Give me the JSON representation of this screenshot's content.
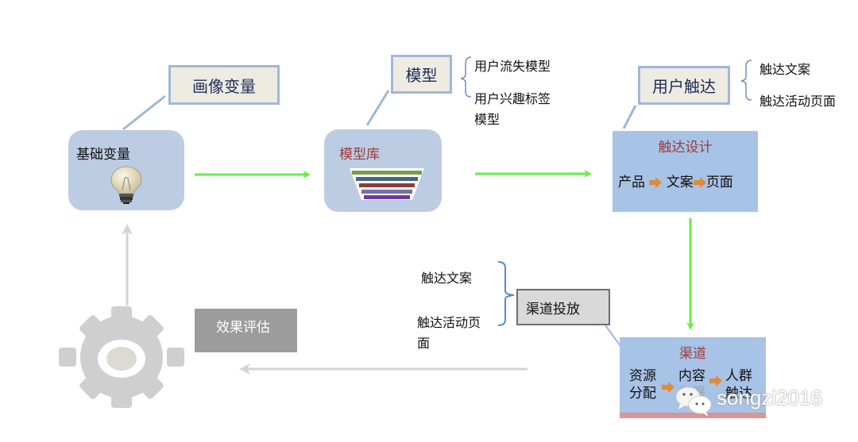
{
  "nodes": {
    "base_variables": {
      "label": "基础变量",
      "icon": "lightbulb-icon"
    },
    "portrait_variables": {
      "label": "画像变量"
    },
    "model_library": {
      "label": "模型库",
      "icon": "funnel-icon"
    },
    "model": {
      "label": "模型",
      "items": [
        "用户流失模型",
        "用户兴趣标签",
        "模型"
      ]
    },
    "user_reach": {
      "label": "用户触达",
      "items": [
        "触达文案",
        "触达活动页面"
      ]
    },
    "reach_design": {
      "title": "触达设计",
      "flow": [
        "产品",
        "文案",
        "页面"
      ]
    },
    "channel_delivery": {
      "label": "渠道投放",
      "items": [
        "触达文案",
        "触达活动页",
        "面"
      ]
    },
    "channel": {
      "title": "渠道",
      "flow": [
        [
          "资源",
          "分配"
        ],
        [
          "内容",
          "部署"
        ],
        [
          "人群",
          "触达"
        ]
      ]
    },
    "evaluation": {
      "label": "效果评估",
      "icon": "gear-icon"
    }
  },
  "watermark": {
    "text": "songzi2016",
    "icon": "wechat-icon"
  },
  "colors": {
    "flow_arrow": "#66ee44",
    "return_arrow": "#d4d4d4",
    "box_fill": "#eeebe3",
    "box_border": "#9fb8d8",
    "rounded_fill": "#bccce3",
    "blue_panel": "#a7c3e5",
    "title_red": "#9c3b3b",
    "eval_box": "#9c9c9c",
    "gear": "#cfcfcf",
    "orange_arrow": "#e08a3c",
    "channel_bar": "#d99694"
  }
}
